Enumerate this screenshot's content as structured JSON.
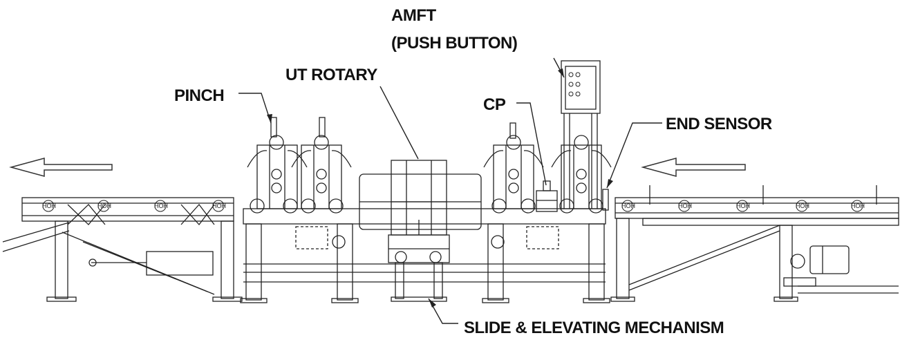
{
  "labels": {
    "amft_line1": "AMFT",
    "amft_line2": "(PUSH BUTTON)",
    "ut_rotary": "UT ROTARY",
    "pinch": "PINCH",
    "cp": "CP",
    "end_sensor": "END SENSOR",
    "slide_elevating": "SLIDE & ELEVATING MECHANISM"
  },
  "roller_mark": "HOH",
  "colors": {
    "line": "#222222",
    "label": "#111111",
    "arrow": "#333333"
  },
  "icons": {
    "flow_arrow_left": "arrow-left-icon"
  }
}
